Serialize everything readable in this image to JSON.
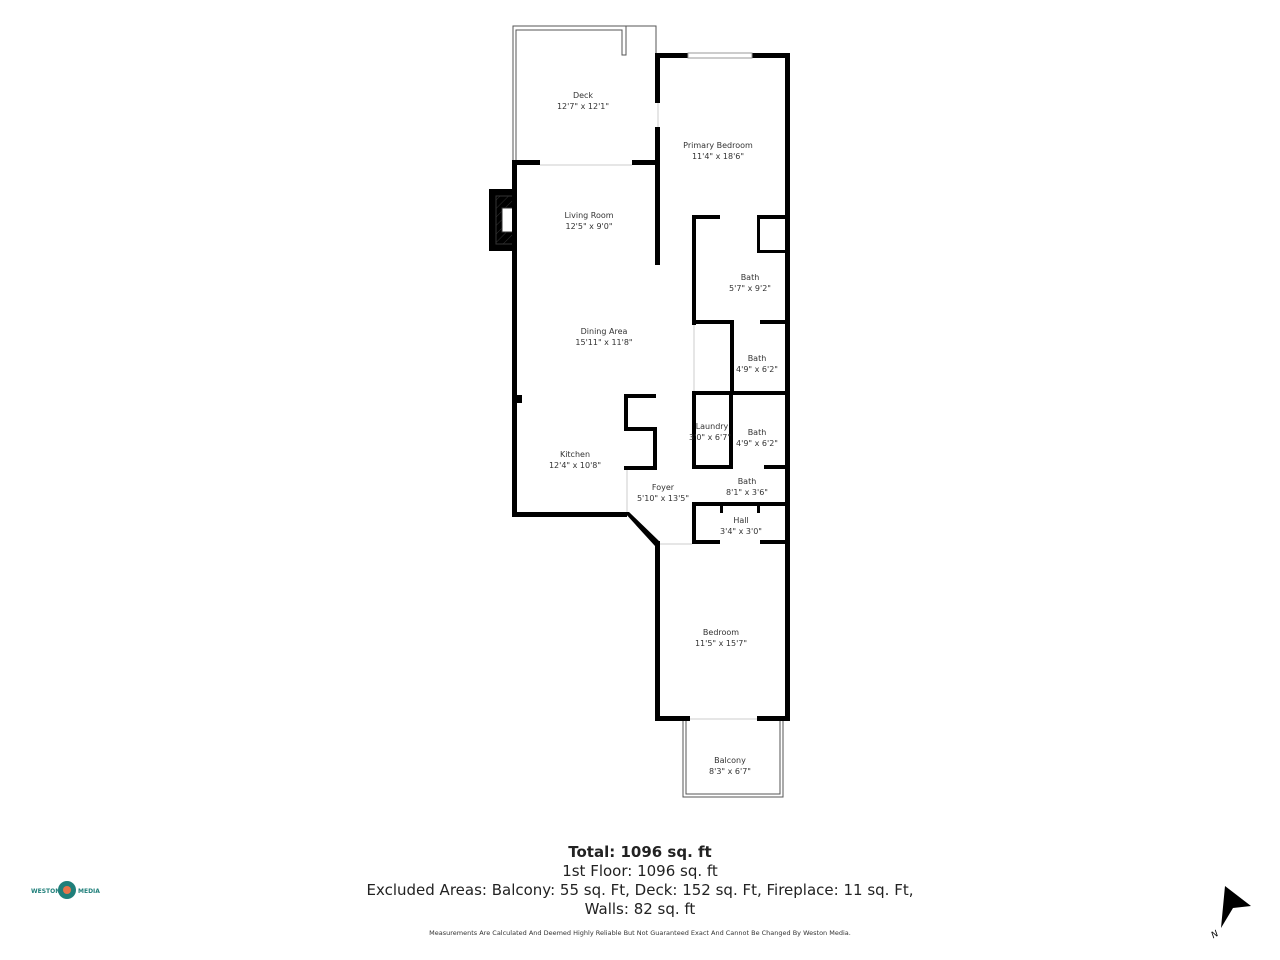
{
  "rooms": [
    {
      "name": "Deck",
      "dims": "12'7\" x 12'1\""
    },
    {
      "name": "Primary Bedroom",
      "dims": "11'4\" x 18'6\""
    },
    {
      "name": "Living Room",
      "dims": "12'5\" x 9'0\""
    },
    {
      "name": "Bath",
      "dims": "5'7\" x 9'2\""
    },
    {
      "name": "Dining Area",
      "dims": "15'11\" x 11'8\""
    },
    {
      "name": "Bath",
      "dims": "4'9\" x 6'2\""
    },
    {
      "name": "Laundry",
      "dims": "3'0\" x 6'7\""
    },
    {
      "name": "Bath",
      "dims": "4'9\" x 6'2\""
    },
    {
      "name": "Kitchen",
      "dims": "12'4\" x 10'8\""
    },
    {
      "name": "Foyer",
      "dims": "5'10\" x 13'5\""
    },
    {
      "name": "Bath",
      "dims": "8'1\" x 3'6\""
    },
    {
      "name": "Hall",
      "dims": "3'4\" x 3'0\""
    },
    {
      "name": "Bedroom",
      "dims": "11'5\" x 15'7\""
    },
    {
      "name": "Balcony",
      "dims": "8'3\" x 6'7\""
    }
  ],
  "summary": {
    "total": "Total: 1096 sq. ft",
    "floor": "1st Floor: 1096 sq. ft",
    "excluded": "Excluded Areas: Balcony: 55 sq. Ft, Deck: 152 sq. Ft, Fireplace: 11 sq. Ft,",
    "walls": "Walls: 82 sq. ft"
  },
  "disclaimer": "Measurements Are Calculated And Deemed Highly Reliable But Not Guaranteed Exact And Cannot Be Changed By Weston Media.",
  "logo": {
    "text_left": "WESTON",
    "text_right": "MEDIA",
    "color": "#1f7f7a",
    "accent": "#e8744a"
  },
  "compass": {
    "label": "N"
  }
}
